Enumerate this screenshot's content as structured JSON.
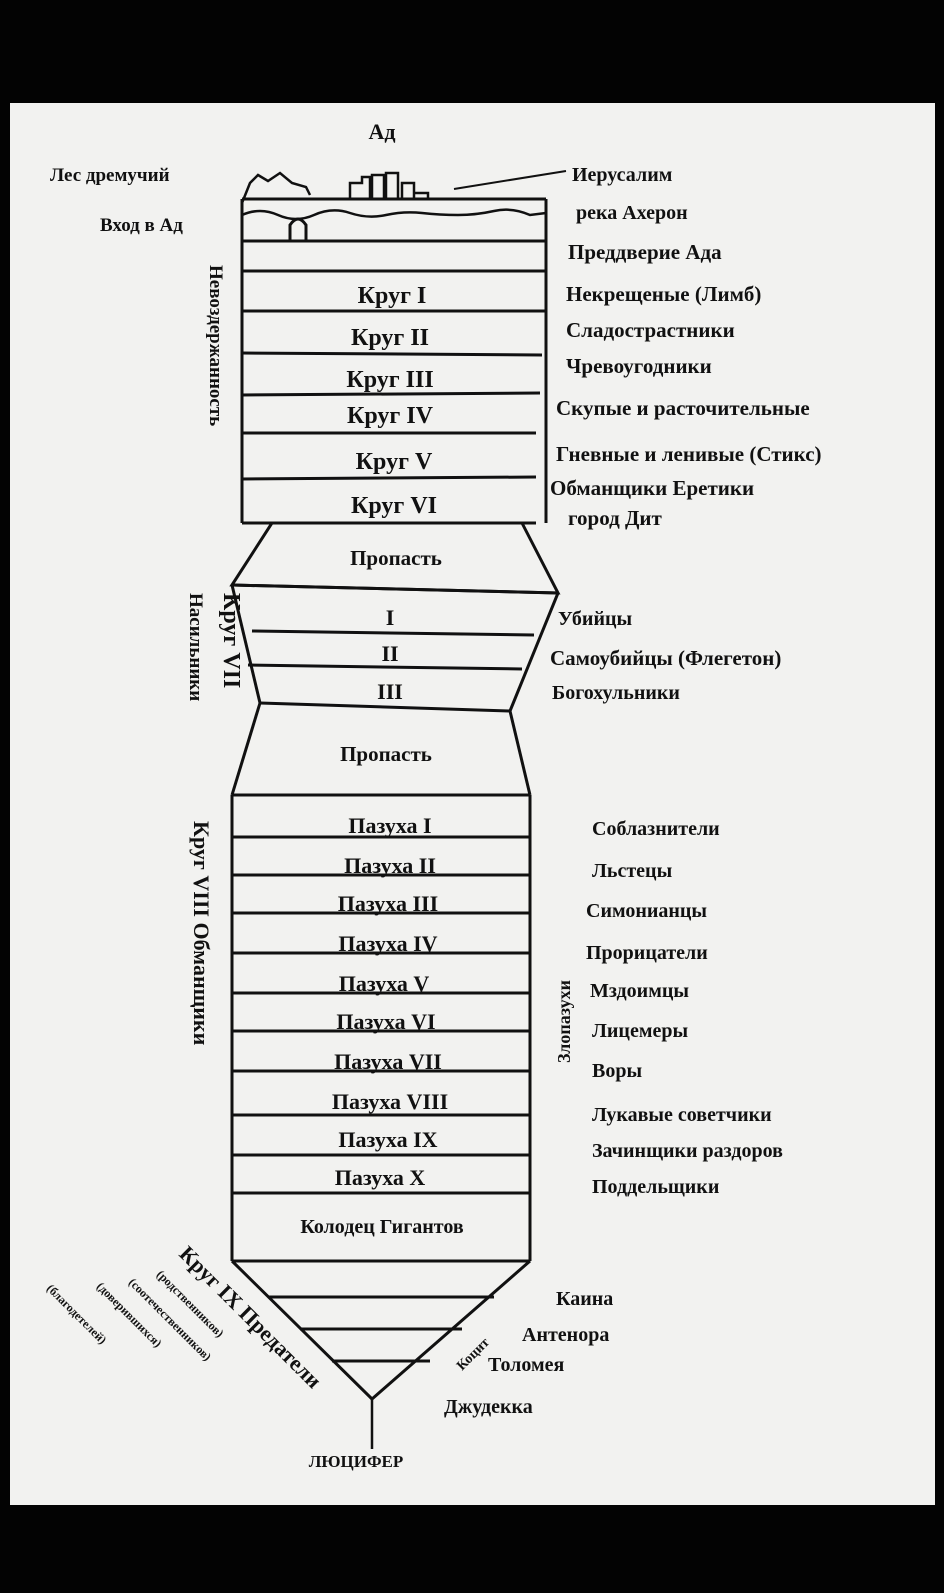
{
  "title": "Ад",
  "colors": {
    "paper": "#f2f2f0",
    "ink": "#111111",
    "background": "#030303"
  },
  "top": {
    "forest": "Лес дремучий",
    "entrance": "Вход в Ад",
    "jerusalem": "Иерусалим",
    "acheron": "река Ахерон",
    "vestibule": "Преддверие Ада"
  },
  "incontinence": {
    "side_label": "Невоздержанность",
    "circles": [
      "Круг I",
      "Круг II",
      "Круг III",
      "Круг IV",
      "Круг V",
      "Круг VI"
    ],
    "sinners": [
      "Некрещеные (Лимб)",
      "Сладострастники",
      "Чревоугодники",
      "Скупые и расточительные",
      "Гневные и ленивые (Стикс)",
      "Обманщики   Еретики"
    ],
    "city": "город Дит"
  },
  "abyss1": "Пропасть",
  "circle7": {
    "side_label": "Круг VII",
    "side_sub": "Насильники",
    "belts": [
      "I",
      "II",
      "III"
    ],
    "sinners": [
      "Убийцы",
      "Самоубийцы (Флегетон)",
      "Богохульники"
    ]
  },
  "abyss2": "Пропасть",
  "circle8": {
    "side_label": "Круг VIII  Обманщики",
    "malebolge": "Злопазухи",
    "pouches": [
      "Пазуха I",
      "Пазуха II",
      "Пазуха III",
      "Пазуха IV",
      "Пазуха V",
      "Пазуха VI",
      "Пазуха VII",
      "Пазуха VIII",
      "Пазуха IX",
      "Пазуха X"
    ],
    "sinners": [
      "Соблазнители",
      "Льстецы",
      "Симонианцы",
      "Прорицатели",
      "Мздоимцы",
      "Лицемеры",
      "Воры",
      "Лукавые советчики",
      "Зачинщики раздоров",
      "Поддельщики"
    ]
  },
  "giants_well": "Колодец Гигантов",
  "circle9": {
    "side_label": "Круг IX Предатели",
    "sub_labels": [
      "(родственников)",
      "(соотечественников)",
      "(доверившихся)",
      "(благодетелей)"
    ],
    "cocytus": "Коцит",
    "zones": [
      "Каина",
      "Антенора",
      "Толомея",
      "Джудекка"
    ]
  },
  "lucifer": "ЛЮЦИФЕР"
}
